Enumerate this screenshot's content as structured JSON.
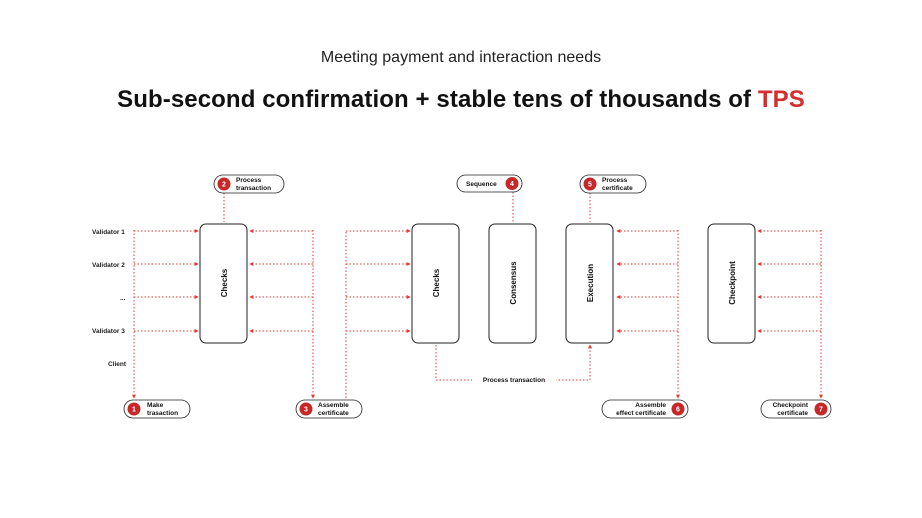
{
  "header": {
    "subtitle": "Meeting payment and interaction needs",
    "title_main": "Sub-second confirmation + stable tens of thousands of ",
    "title_accent": "TPS"
  },
  "rows": {
    "validator1": "Validator 1",
    "validator2": "Validator 2",
    "ellipsis": "...",
    "validator3": "Validator 3",
    "client": "Client"
  },
  "boxes": {
    "checks1": "Checks",
    "checks2": "Checks",
    "consensus": "Consensus",
    "execution": "Execution",
    "checkpoint": "Checkpoint"
  },
  "steps": {
    "s1": {
      "num": "1",
      "line1": "Make",
      "line2": "trasaction"
    },
    "s2": {
      "num": "2",
      "line1": "Process",
      "line2": "transaction"
    },
    "s3": {
      "num": "3",
      "line1": "Assemble",
      "line2": "certificate"
    },
    "s4": {
      "num": "4",
      "line1": "Sequence"
    },
    "s5": {
      "num": "5",
      "line1": "Process",
      "line2": "certificate"
    },
    "s6": {
      "num": "6",
      "line1": "Assemble",
      "line2": "effect certificate"
    },
    "s7": {
      "num": "7",
      "line1": "Checkpoint",
      "line2": "certificate"
    }
  },
  "link_label": "Process transaction",
  "colors": {
    "accent": "#d32f2f",
    "dotted": "#e53935",
    "outline": "#222222"
  }
}
